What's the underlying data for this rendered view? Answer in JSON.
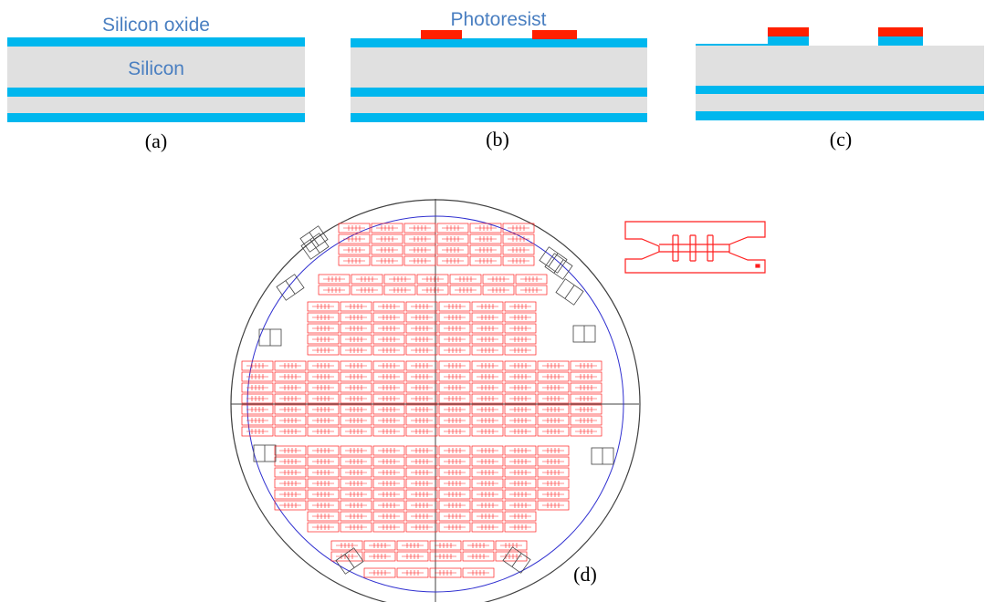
{
  "panels": {
    "a": {
      "caption": "(a)",
      "oxide_label": "Silicon oxide",
      "silicon_label": "Silicon"
    },
    "b": {
      "caption": "(b)",
      "photoresist_label": "Photoresist"
    },
    "c": {
      "caption": "(c)"
    },
    "d": {
      "caption": "(d)"
    }
  },
  "colors": {
    "oxide": "#00b7ee",
    "silicon": "#e0e0e0",
    "photoresist": "#ff2000",
    "device": "#ff1f1f",
    "wafer_outline": "#404040",
    "wafer_inner": "#3030d0"
  }
}
